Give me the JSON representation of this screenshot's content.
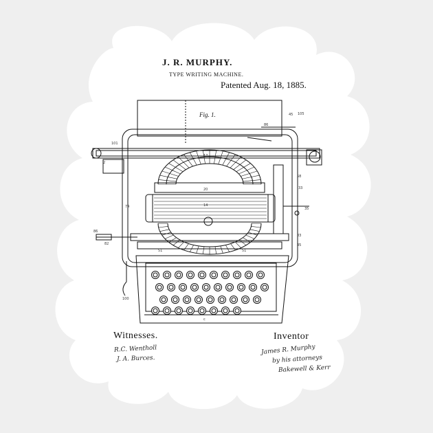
{
  "colors": {
    "background": "#efefef",
    "sticker": "#ffffff",
    "ink": "#111111"
  },
  "patent": {
    "inventor_name": "J. R. MURPHY.",
    "title": "TYPE WRITING MACHINE.",
    "date": "Patented Aug. 18, 1885.",
    "figure": "Fig. 1."
  },
  "signatures": {
    "witnesses_label": "Witnesses.",
    "inventor_label": "Inventor",
    "witness_1": "R.C. Wentholl",
    "witness_2": "J. A. Burces.",
    "inventor_signature": "James R. Murphy",
    "attorney_line": "by his attorneys",
    "attorney_signature": "Bakewell & Kerr"
  },
  "drawing": {
    "subject": "typewriter-patent-drawing"
  }
}
